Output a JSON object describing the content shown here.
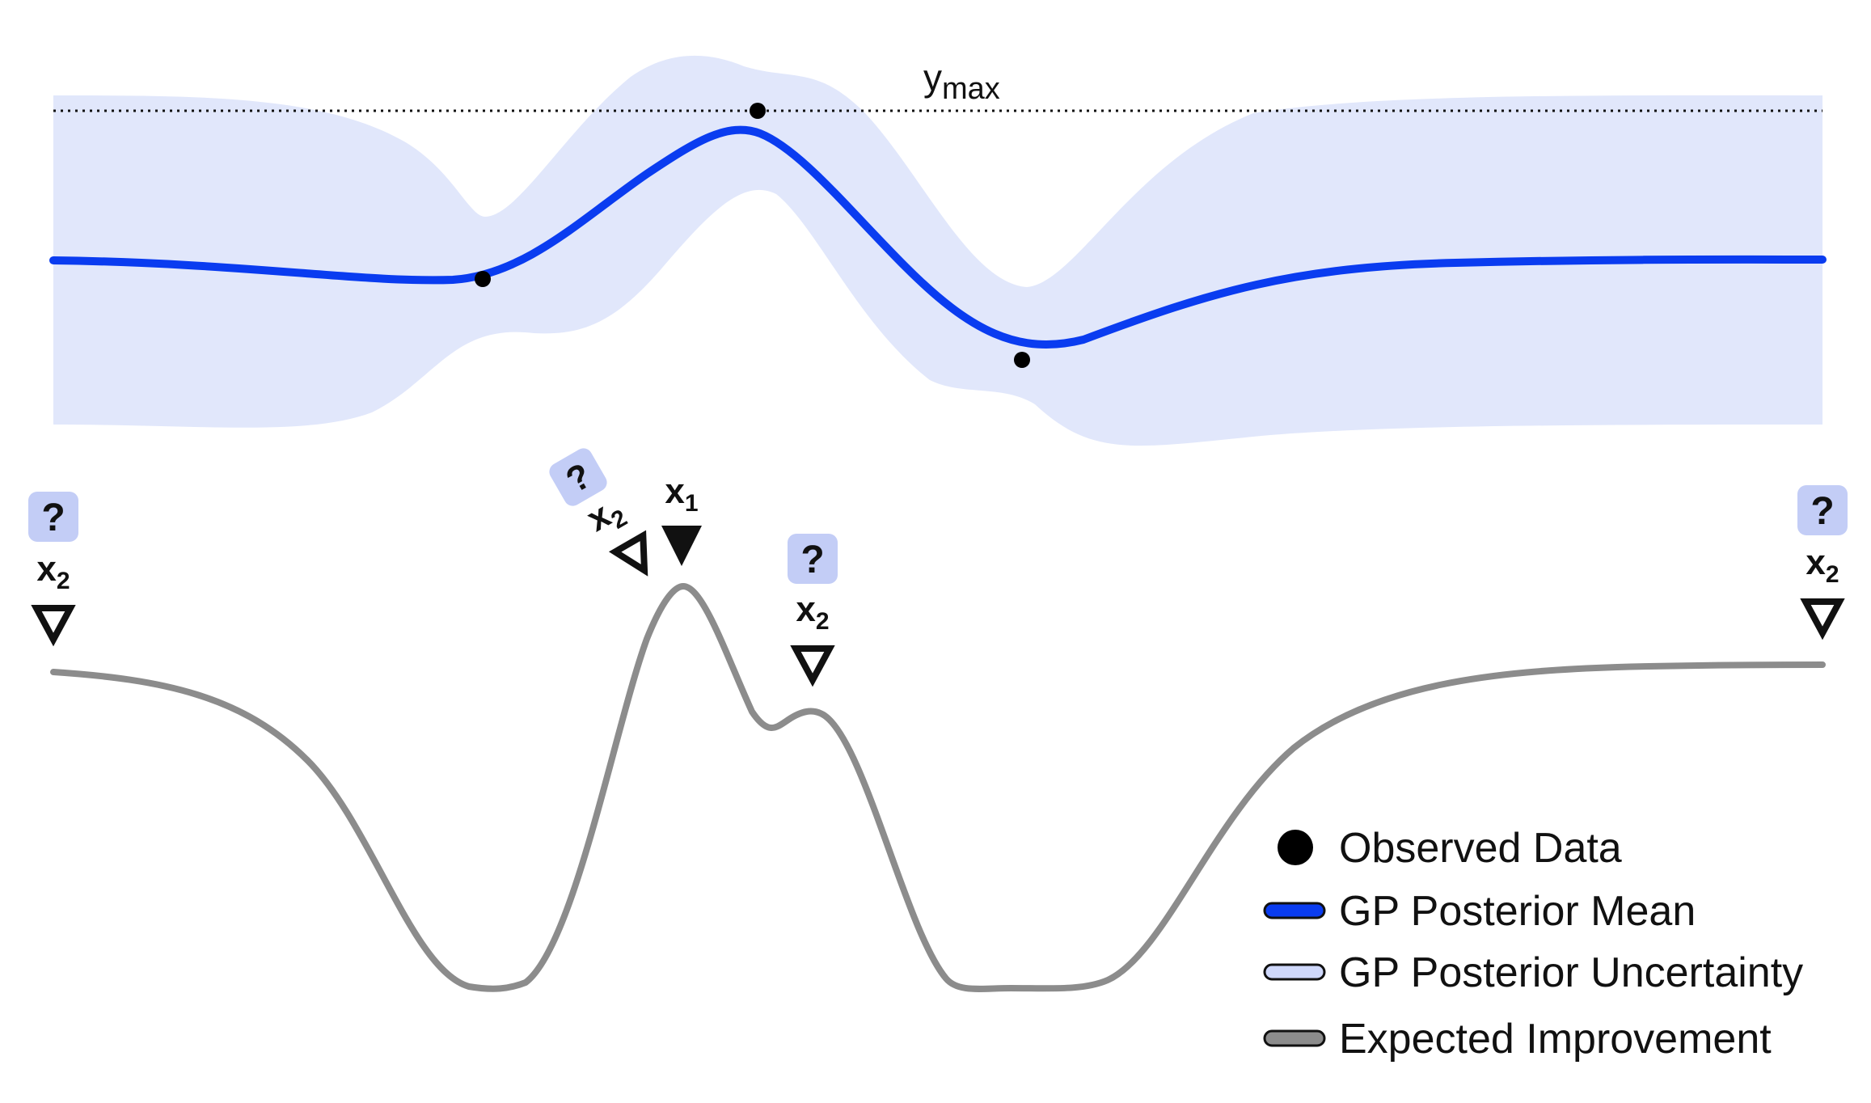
{
  "ymax_label": {
    "base": "y",
    "sub": "max"
  },
  "question_mark": "?",
  "candidates": [
    {
      "id": "x2-left",
      "base": "x",
      "sub": "2",
      "triangle_fill": "open"
    },
    {
      "id": "x2-tilted",
      "base": "x",
      "sub": "2",
      "triangle_fill": "open"
    },
    {
      "id": "x1-peak",
      "base": "x",
      "sub": "1",
      "triangle_fill": "filled"
    },
    {
      "id": "x2-bump",
      "base": "x",
      "sub": "2",
      "triangle_fill": "open"
    },
    {
      "id": "x2-right",
      "base": "x",
      "sub": "2",
      "triangle_fill": "open"
    }
  ],
  "legend": {
    "items": [
      {
        "label": "Observed Data",
        "marker": "dot",
        "color": "#000000"
      },
      {
        "label": "GP Posterior Mean",
        "marker": "line",
        "color": "#0a3cf0"
      },
      {
        "label": "GP Posterior Uncertainty",
        "marker": "line",
        "color": "#cfd8fb"
      },
      {
        "label": "Expected Improvement",
        "marker": "line",
        "color": "#8c8c8c"
      }
    ]
  },
  "colors": {
    "mean": "#0a3cf0",
    "band": "#e1e7fb",
    "ei": "#8c8c8c",
    "badge": "#c3cdf6",
    "points": "#000000"
  }
}
